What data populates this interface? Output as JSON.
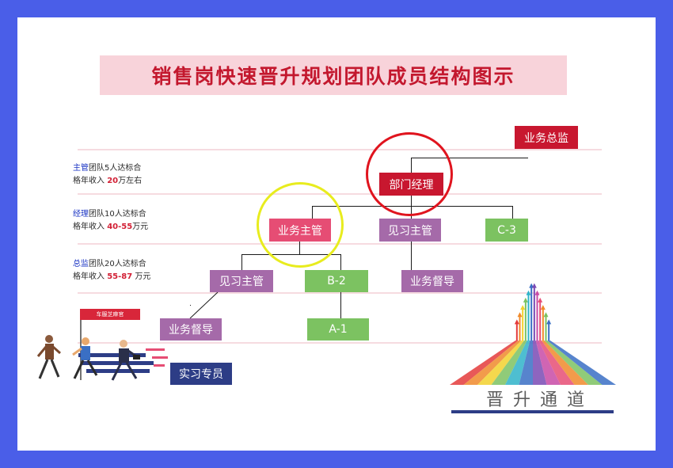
{
  "title": "销售岗快速晋升规划团队成员结构图示",
  "levels": [
    {
      "key": "主管",
      "mid": "团队5人达标合",
      "line2a": "格年收入 ",
      "value": "20",
      "suffix": "万左右"
    },
    {
      "key": "经理",
      "mid": "团队10人达标合",
      "line2a": "格年收入 ",
      "value": "40-55",
      "suffix": "万元"
    },
    {
      "key": "总监",
      "mid": "团队20人达标合",
      "line2a": "格年收入 ",
      "value": "55-87",
      "suffix": " 万元"
    }
  ],
  "nodes": {
    "director": "业务总监",
    "dept_manager": "部门经理",
    "business_supervisor": "业务主管",
    "trainee_supervisor_top": "见习主管",
    "c3": "C-3",
    "trainee_supervisor_mid": "见习主管",
    "b2": "B-2",
    "business_coach_mid": "业务督导",
    "business_coach_low": "业务督导",
    "a1": "A-1",
    "intern": "实习专员"
  },
  "flag_text": "车服芝麻官",
  "footer_text": "晋升通道",
  "colors": {
    "background": "#4a5ee8",
    "title_bg": "#f8d3da",
    "title_text": "#c3182e",
    "red_box": "#c8172f",
    "pink_box": "#e64d74",
    "mauve_box": "#a56aa9",
    "green_box": "#7cc261",
    "navy_box": "#2d3d86",
    "ring_red": "#e0141e",
    "ring_yellow": "#e8ec1e"
  },
  "icons": [
    "running-people-illustration",
    "rainbow-arrows-illustration"
  ]
}
